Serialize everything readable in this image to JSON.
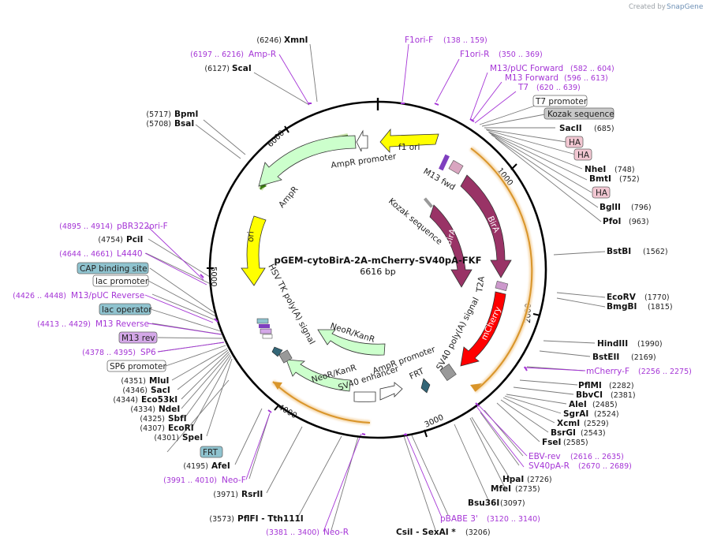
{
  "credit": {
    "prefix": "Created by",
    "brand": "SnapGene"
  },
  "plasmid": {
    "name": "pGEM-cytoBirA-2A-mCherry-SV40pA-FKF",
    "length_label": "6616 bp",
    "length": 6616
  },
  "ticks": [
    "1000",
    "2000",
    "3000",
    "4000",
    "5000",
    "6000"
  ],
  "features": [
    {
      "name": "f1 ori",
      "color": "#ffff00"
    },
    {
      "name": "AmpR promoter",
      "color": "#ffffff"
    },
    {
      "name": "AmpR",
      "color": "#ccffcc"
    },
    {
      "name": "ori",
      "color": "#ffff00"
    },
    {
      "name": "M13 fwd",
      "color": "#b58bb5"
    },
    {
      "name": "Kozak sequence",
      "color": "#999999"
    },
    {
      "name": "BirA",
      "color": "#993366"
    },
    {
      "name": "BirA",
      "color": "#993366"
    },
    {
      "name": "T2A",
      "color": "#cc99cc"
    },
    {
      "name": "mCherry",
      "color": "#ff0000"
    },
    {
      "name": "SV40 poly(A) signal",
      "color": "#999999"
    },
    {
      "name": "FRT",
      "color": "#336677"
    },
    {
      "name": "AmpR promoter",
      "color": "#ffffff"
    },
    {
      "name": "SV40 enhancer",
      "color": "#ffffff"
    },
    {
      "name": "NeoR/KanR",
      "color": "#ccffcc"
    },
    {
      "name": "NeoR/KanR",
      "color": "#ccffcc"
    },
    {
      "name": "HSV TK poly(A) signal",
      "color": "#999999"
    }
  ],
  "enzymes": [
    {
      "name": "XmnI",
      "pos": "(6246)"
    },
    {
      "name": "ScaI",
      "pos": "(6127)"
    },
    {
      "name": "BpmI",
      "pos": "(5717)"
    },
    {
      "name": "BsaI",
      "pos": "(5708)"
    },
    {
      "name": "SacII",
      "pos": "(685)"
    },
    {
      "name": "NheI",
      "pos": "(748)"
    },
    {
      "name": "BmtI",
      "pos": "(752)"
    },
    {
      "name": "BglII",
      "pos": "(796)"
    },
    {
      "name": "PfoI",
      "pos": "(963)"
    },
    {
      "name": "BstBI",
      "pos": "(1562)"
    },
    {
      "name": "EcoRV",
      "pos": "(1770)"
    },
    {
      "name": "BmgBI",
      "pos": "(1815)"
    },
    {
      "name": "HindIII",
      "pos": "(1990)"
    },
    {
      "name": "BstEII",
      "pos": "(2169)"
    },
    {
      "name": "PflMI",
      "pos": "(2282)"
    },
    {
      "name": "BbvCI",
      "pos": "(2381)"
    },
    {
      "name": "AleI",
      "pos": "(2485)"
    },
    {
      "name": "SgrAI",
      "pos": "(2524)"
    },
    {
      "name": "XcmI",
      "pos": "(2529)"
    },
    {
      "name": "BsrGI",
      "pos": "(2543)"
    },
    {
      "name": "FseI",
      "pos": "(2585)"
    },
    {
      "name": "HpaI",
      "pos": "(2726)"
    },
    {
      "name": "MfeI",
      "pos": "(2735)"
    },
    {
      "name": "Bsu36I",
      "pos": "(3097)"
    },
    {
      "name": "PciI",
      "pos": "(4754)"
    },
    {
      "name": "MluI",
      "pos": "(4351)"
    },
    {
      "name": "SacI",
      "pos": "(4346)"
    },
    {
      "name": "Eco53kI",
      "pos": "(4344)"
    },
    {
      "name": "NdeI",
      "pos": "(4334)"
    },
    {
      "name": "SbfI",
      "pos": "(4325)"
    },
    {
      "name": "EcoRI",
      "pos": "(4307)"
    },
    {
      "name": "SpeI",
      "pos": "(4301)"
    },
    {
      "name": "AfeI",
      "pos": "(4195)"
    },
    {
      "name": "RsrII",
      "pos": "(3971)"
    },
    {
      "name": "PflFI - Tth111I",
      "pos": "(3573)"
    },
    {
      "name": "CsiI - SexAI *",
      "pos": "(3206)"
    }
  ],
  "primers": [
    {
      "name": "Amp-R",
      "range": "(6197 .. 6216)"
    },
    {
      "name": "F1ori-F",
      "range": "(138 .. 159)"
    },
    {
      "name": "F1ori-R",
      "range": "(350 .. 369)"
    },
    {
      "name": "M13/pUC Forward",
      "range": "(582 .. 604)"
    },
    {
      "name": "M13 Forward",
      "range": "(596 .. 613)"
    },
    {
      "name": "T7",
      "range": "(620 .. 639)"
    },
    {
      "name": "mCherry-F",
      "range": "(2256 .. 2275)"
    },
    {
      "name": "EBV-rev",
      "range": "(2616 .. 2635)"
    },
    {
      "name": "SV40pA-R",
      "range": "(2670 .. 2689)"
    },
    {
      "name": "pBABE 3'",
      "range": "(3120 .. 3140)"
    },
    {
      "name": "Neo-R",
      "range": "(3381 .. 3400)"
    },
    {
      "name": "Neo-F",
      "range": "(3991 .. 4010)"
    },
    {
      "name": "pBR322ori-F",
      "range": "(4895 .. 4914)"
    },
    {
      "name": "L4440",
      "range": "(4644 .. 4661)"
    },
    {
      "name": "M13/pUC Reverse",
      "range": "(4426 .. 4448)"
    },
    {
      "name": "M13 Reverse",
      "range": "(4413 .. 4429)"
    },
    {
      "name": "SP6",
      "range": "(4378 .. 4395)"
    }
  ],
  "boxes": [
    {
      "name": "T7 promoter",
      "color": "#ffffff"
    },
    {
      "name": "Kozak sequence",
      "color": "#c8c8c8"
    },
    {
      "name": "HA",
      "color": "#f2c7d2"
    },
    {
      "name": "HA",
      "color": "#f2c7d2"
    },
    {
      "name": "HA",
      "color": "#f2c7d2"
    },
    {
      "name": "CAP binding site",
      "color": "#8fc3cf"
    },
    {
      "name": "lac promoter",
      "color": "#ffffff"
    },
    {
      "name": "lac operator",
      "color": "#8fc3cf"
    },
    {
      "name": "M13 rev",
      "color": "#d4a8e8"
    },
    {
      "name": "SP6 promoter",
      "color": "#ffffff"
    },
    {
      "name": "FRT",
      "color": "#8fc3cf"
    }
  ],
  "colors": {
    "primer": "#a535d6",
    "orf": "#d9952a",
    "backbone": "#111111"
  }
}
